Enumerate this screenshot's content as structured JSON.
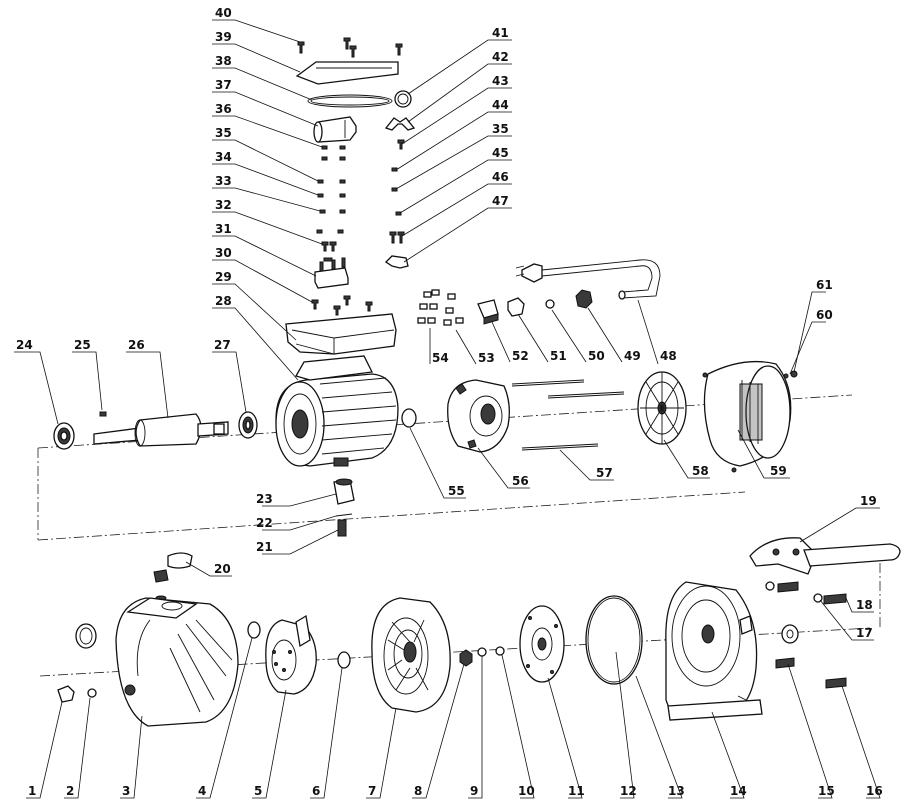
{
  "diagram": {
    "callouts": [
      {
        "id": "1",
        "label": "1"
      },
      {
        "id": "2",
        "label": "2"
      },
      {
        "id": "3",
        "label": "3"
      },
      {
        "id": "4",
        "label": "4"
      },
      {
        "id": "5",
        "label": "5"
      },
      {
        "id": "6",
        "label": "6"
      },
      {
        "id": "7",
        "label": "7"
      },
      {
        "id": "8",
        "label": "8"
      },
      {
        "id": "9",
        "label": "9"
      },
      {
        "id": "10",
        "label": "10"
      },
      {
        "id": "11",
        "label": "11"
      },
      {
        "id": "12",
        "label": "12"
      },
      {
        "id": "13",
        "label": "13"
      },
      {
        "id": "14",
        "label": "14"
      },
      {
        "id": "15",
        "label": "15"
      },
      {
        "id": "16",
        "label": "16"
      },
      {
        "id": "17",
        "label": "17"
      },
      {
        "id": "18",
        "label": "18"
      },
      {
        "id": "19",
        "label": "19"
      },
      {
        "id": "20",
        "label": "20"
      },
      {
        "id": "21",
        "label": "21"
      },
      {
        "id": "22",
        "label": "22"
      },
      {
        "id": "23",
        "label": "23"
      },
      {
        "id": "24",
        "label": "24"
      },
      {
        "id": "25",
        "label": "25"
      },
      {
        "id": "26",
        "label": "26"
      },
      {
        "id": "27",
        "label": "27"
      },
      {
        "id": "28",
        "label": "28"
      },
      {
        "id": "29",
        "label": "29"
      },
      {
        "id": "30",
        "label": "30"
      },
      {
        "id": "31",
        "label": "31"
      },
      {
        "id": "32",
        "label": "32"
      },
      {
        "id": "33",
        "label": "33"
      },
      {
        "id": "34",
        "label": "34"
      },
      {
        "id": "35a",
        "label": "35"
      },
      {
        "id": "36",
        "label": "36"
      },
      {
        "id": "37",
        "label": "37"
      },
      {
        "id": "38",
        "label": "38"
      },
      {
        "id": "39",
        "label": "39"
      },
      {
        "id": "40",
        "label": "40"
      },
      {
        "id": "41",
        "label": "41"
      },
      {
        "id": "42",
        "label": "42"
      },
      {
        "id": "43",
        "label": "43"
      },
      {
        "id": "44",
        "label": "44"
      },
      {
        "id": "35b",
        "label": "35"
      },
      {
        "id": "45",
        "label": "45"
      },
      {
        "id": "46",
        "label": "46"
      },
      {
        "id": "47",
        "label": "47"
      },
      {
        "id": "48",
        "label": "48"
      },
      {
        "id": "49",
        "label": "49"
      },
      {
        "id": "50",
        "label": "50"
      },
      {
        "id": "51",
        "label": "51"
      },
      {
        "id": "52",
        "label": "52"
      },
      {
        "id": "53",
        "label": "53"
      },
      {
        "id": "54",
        "label": "54"
      },
      {
        "id": "55",
        "label": "55"
      },
      {
        "id": "56",
        "label": "56"
      },
      {
        "id": "57",
        "label": "57"
      },
      {
        "id": "58",
        "label": "58"
      },
      {
        "id": "59",
        "label": "59"
      },
      {
        "id": "60",
        "label": "60"
      },
      {
        "id": "61",
        "label": "61"
      }
    ]
  }
}
